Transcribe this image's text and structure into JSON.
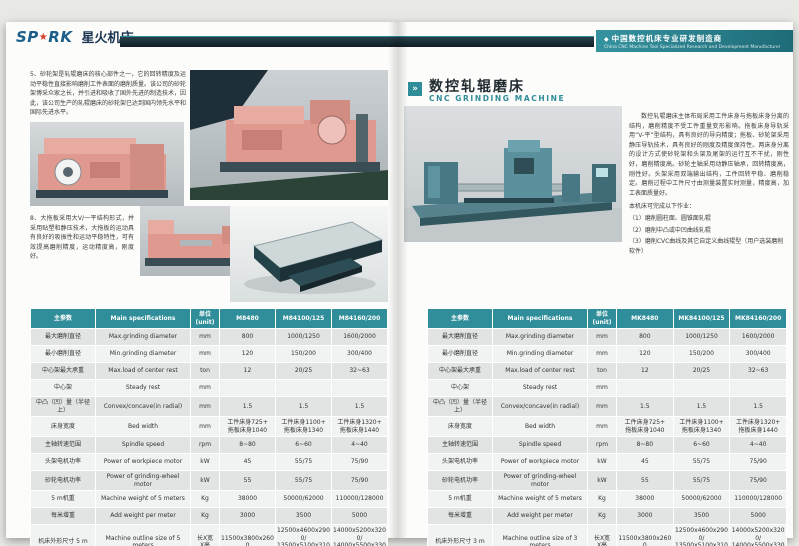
{
  "icons": {
    "logo_star": "★",
    "banner_diamond": "◆",
    "title_marker": "»"
  },
  "header": {
    "logo_en_left": "SP",
    "logo_en_right": "RK",
    "logo_cn": "星火机床",
    "banner_cn": "中国数控机床专业研发制造商",
    "banner_en": "China CNC Machine Tool Specialized Research and Development Manufacturer"
  },
  "left_page": {
    "para_5": "5、砂轮架是轧辊磨床的核心部件之一，它的回转精度及运动平稳性直接影响磨削工件表面的磨削质量。该公司的砂轮架博采众家之长，并引进和吸收了国外先进的制造技术，因此，该公司生产的轧辊磨床的砂轮架已达到国内领先水平和国际先进水平。",
    "para_8": "8、大拖板采用大V/一平结构形式，并采用贴塑和静压技术，大拖板的运动具有良好的吸振性和运动平稳特性，可有效提高磨削精度，运动精度高，刚度好。"
  },
  "right_page": {
    "title_cn": "数控轧辊磨床",
    "title_en": "CNC GRINDING MACHINE",
    "intro": "数控轧辊磨床主体布局采用工件床身与拖板床身分离的结构，磨削精度不受工件重量变形影响。拖板床身导轨采用“V-平”型结构，具有良好的导向精度；拖板、砂轮架采用静压导轨技术，具有良好的刚度及精度保持性。两床身分离的设计方式使砂轮架和头架及尾架的运行互不干扰，刚性好，磨削精度高。砂轮主轴采用动静压轴承，回转精度高，刚性好。头架采用双端输出结构，工件回转平稳、磨削稳定。磨削过程中工件尺寸由测量装置实时测量，精度高，加工表面质量好。",
    "tasks_title": "本机床可完成以下作业：",
    "tasks": [
      "（1）磨削圆柱面、圆锥面轧辊",
      "（2）磨削中凸或中凹曲线轧辊",
      "（3）磨削CVC曲线及其它自定义曲线辊型（用户选装磨削软件）"
    ]
  },
  "tables": {
    "left": {
      "columns": [
        "主参数",
        "Main specifications",
        "单位\n(unit)",
        "M8480",
        "M84100/125",
        "M84160/200"
      ],
      "rows": [
        [
          "最大磨削直径",
          "Max.grinding diameter",
          "mm",
          "800",
          "1000/1250",
          "1600/2000"
        ],
        [
          "最小磨削直径",
          "Min.grinding diameter",
          "mm",
          "120",
          "150/200",
          "300/400"
        ],
        [
          "中心架最大承重",
          "Max.load of center rest",
          "ton",
          "12",
          "20/25",
          "32~63"
        ],
        [
          "中心架",
          "Steady rest",
          "mm",
          "",
          "",
          ""
        ],
        [
          "中凸（凹）量（半径上）",
          "Convex/concave(in radial)",
          "mm",
          "1.5",
          "1.5",
          "1.5"
        ],
        [
          "床身宽度",
          "Bed width",
          "mm",
          "工件床身725+\n拖板床身1040",
          "工件床身1100+\n拖板床身1340",
          "工件床身1320+\n拖板床身1440"
        ],
        [
          "主轴转速范围",
          "Spindle speed",
          "rpm",
          "8~80",
          "6~60",
          "4~40"
        ],
        [
          "头架电机功率",
          "Power of workpiece motor",
          "kW",
          "45",
          "55/75",
          "75/90"
        ],
        [
          "砂轮电机功率",
          "Power of grinding-wheel motor",
          "kW",
          "55",
          "55/75",
          "75/90"
        ],
        [
          "5 m机重",
          "Machine weight of 5 meters",
          "Kg",
          "38000",
          "50000/62000",
          "110000/128000"
        ],
        [
          "每米增重",
          "Add weight per meter",
          "Kg",
          "3000",
          "3500",
          "5000"
        ],
        [
          "机床外形尺寸 5 m",
          "Machine outline size of 5 meters",
          "长X宽\nX高",
          "11500x3800x2600",
          "12500x4600x2900/\n13500x5100x3100",
          "14000x5200x3200/\n14000x5500x3300"
        ]
      ]
    },
    "right": {
      "columns": [
        "主参数",
        "Main specifications",
        "单位\n(unit)",
        "MK8480",
        "MK84100/125",
        "MK84160/200"
      ],
      "rows": [
        [
          "最大磨削直径",
          "Max.grinding diameter",
          "mm",
          "800",
          "1000/1250",
          "1600/2000"
        ],
        [
          "最小磨削直径",
          "Min.grinding diameter",
          "mm",
          "120",
          "150/200",
          "300/400"
        ],
        [
          "中心架最大承重",
          "Max.load of center rest",
          "ton",
          "12",
          "20/25",
          "32~63"
        ],
        [
          "中心架",
          "Steady rest",
          "mm",
          "",
          "",
          ""
        ],
        [
          "中凸（凹）量（半径上）",
          "Convex/concave(in radial)",
          "mm",
          "1.5",
          "1.5",
          "1.5"
        ],
        [
          "床身宽度",
          "Bed width",
          "mm",
          "工件床身725+\n拖板床身1040",
          "工件床身1100+\n拖板床身1340",
          "工件床身1320+\n拖板床身1440"
        ],
        [
          "主轴转速范围",
          "Spindle speed",
          "rpm",
          "8~80",
          "6~60",
          "4~40"
        ],
        [
          "头架电机功率",
          "Power of workpiece motor",
          "kW",
          "45",
          "55/75",
          "75/90"
        ],
        [
          "砂轮电机功率",
          "Power of grinding-wheel motor",
          "kW",
          "55",
          "55/75",
          "75/90"
        ],
        [
          "5 m机重",
          "Machine weight of 5 meters",
          "Kg",
          "38000",
          "50000/62000",
          "110000/128000"
        ],
        [
          "每米增重",
          "Add weight per meter",
          "Kg",
          "3000",
          "3500",
          "5000"
        ],
        [
          "机床外形尺寸 3 m",
          "Machine outline size of 3 meters",
          "长X宽\nX高",
          "11500x3800x2600",
          "12500x4600x2900/\n13500x5100x3100",
          "14000x5200x3200/\n14000x5500x3300"
        ]
      ]
    }
  },
  "colors": {
    "accent_teal": "#2e8d99",
    "header_navy": "#16222a",
    "machine_salmon": "#df998f",
    "logo_blue": "#1c5e8a"
  }
}
